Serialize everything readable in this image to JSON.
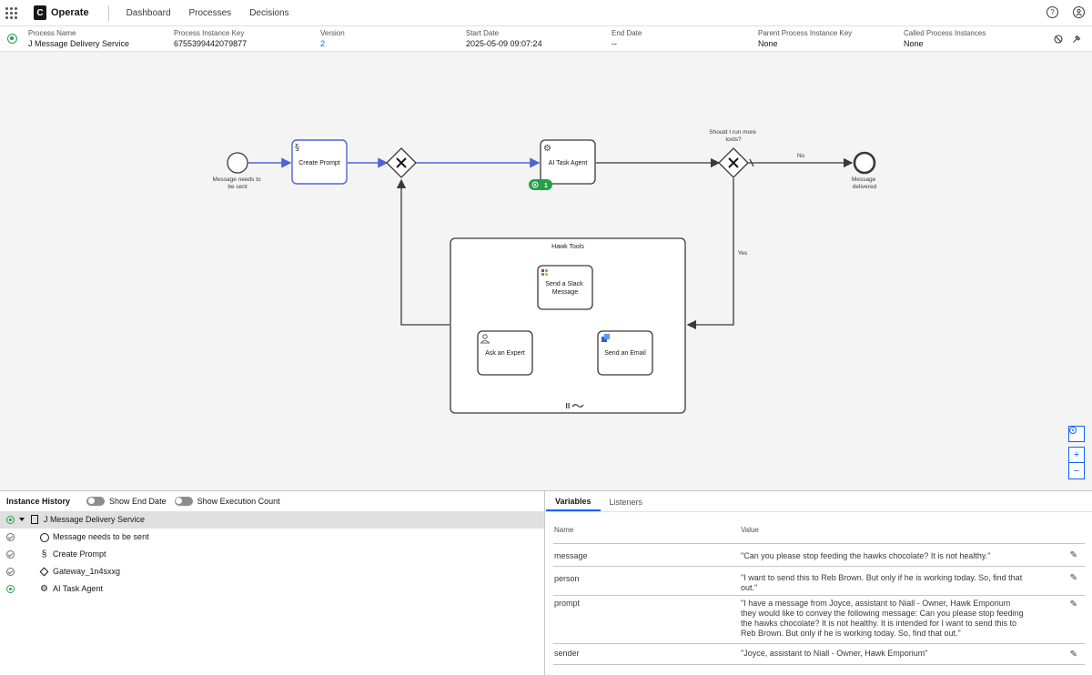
{
  "topbar": {
    "brand": "Operate",
    "nav": [
      "Dashboard",
      "Processes",
      "Decisions"
    ],
    "help_icon": "help-icon",
    "user_icon": "user-icon"
  },
  "instance": {
    "fields": [
      {
        "label": "Process Name",
        "value": "J Message Delivery Service"
      },
      {
        "label": "Process Instance Key",
        "value": "6755399442079877"
      },
      {
        "label": "Version",
        "value": "2"
      },
      {
        "label": "Start Date",
        "value": "2025-05-09 09:07:24"
      },
      {
        "label": "End Date",
        "value": "--"
      },
      {
        "label": "Parent Process Instance Key",
        "value": "None"
      },
      {
        "label": "Called Process Instances",
        "value": "None"
      }
    ],
    "status_color": "#24a148"
  },
  "diagram": {
    "start_event": "Message needs to be sent",
    "create_prompt": "Create Prompt",
    "ai_task_agent": "AI Task Agent",
    "agent_badge_count": "1",
    "gateway_question": "Should I run more tools?",
    "label_no": "No",
    "label_yes": "Yes",
    "end_event": "Message delivered",
    "subprocess_title": "Hawk Tools",
    "slack_task": "Send a Slack Message",
    "expert_task": "Ask an Expert",
    "email_task": "Send an Email",
    "accent": "#4d64d6"
  },
  "history": {
    "title": "Instance History",
    "toggle_end_date": "Show End Date",
    "toggle_exec_count": "Show Execution Count",
    "root": "J Message Delivery Service",
    "items": [
      {
        "label": "Message needs to be sent",
        "state": "completed"
      },
      {
        "label": "Create Prompt",
        "state": "completed"
      },
      {
        "label": "Gateway_1n4sxxg",
        "state": "completed"
      },
      {
        "label": "AI Task Agent",
        "state": "active"
      }
    ]
  },
  "variables": {
    "tabs": [
      "Variables",
      "Listeners"
    ],
    "col_name": "Name",
    "col_value": "Value",
    "rows": [
      {
        "name": "message",
        "value": "\"Can you please stop feeding the hawks chocolate? It is not healthy.\""
      },
      {
        "name": "person",
        "value": "\"I want to send this to Reb Brown. But only if he is working today. So, find that out.\""
      },
      {
        "name": "prompt",
        "value": "\"I have a message from Joyce, assistant to Niall - Owner, Hawk Emporium they would like to convey the following message: Can you please stop feeding the hawks chocolate? It is not healthy. It is intended for I want to send this to Reb Brown. But only if he is working today. So, find that out.\""
      },
      {
        "name": "sender",
        "value": "\"Joyce, assistant to Niall - Owner, Hawk Emporium\""
      }
    ]
  }
}
